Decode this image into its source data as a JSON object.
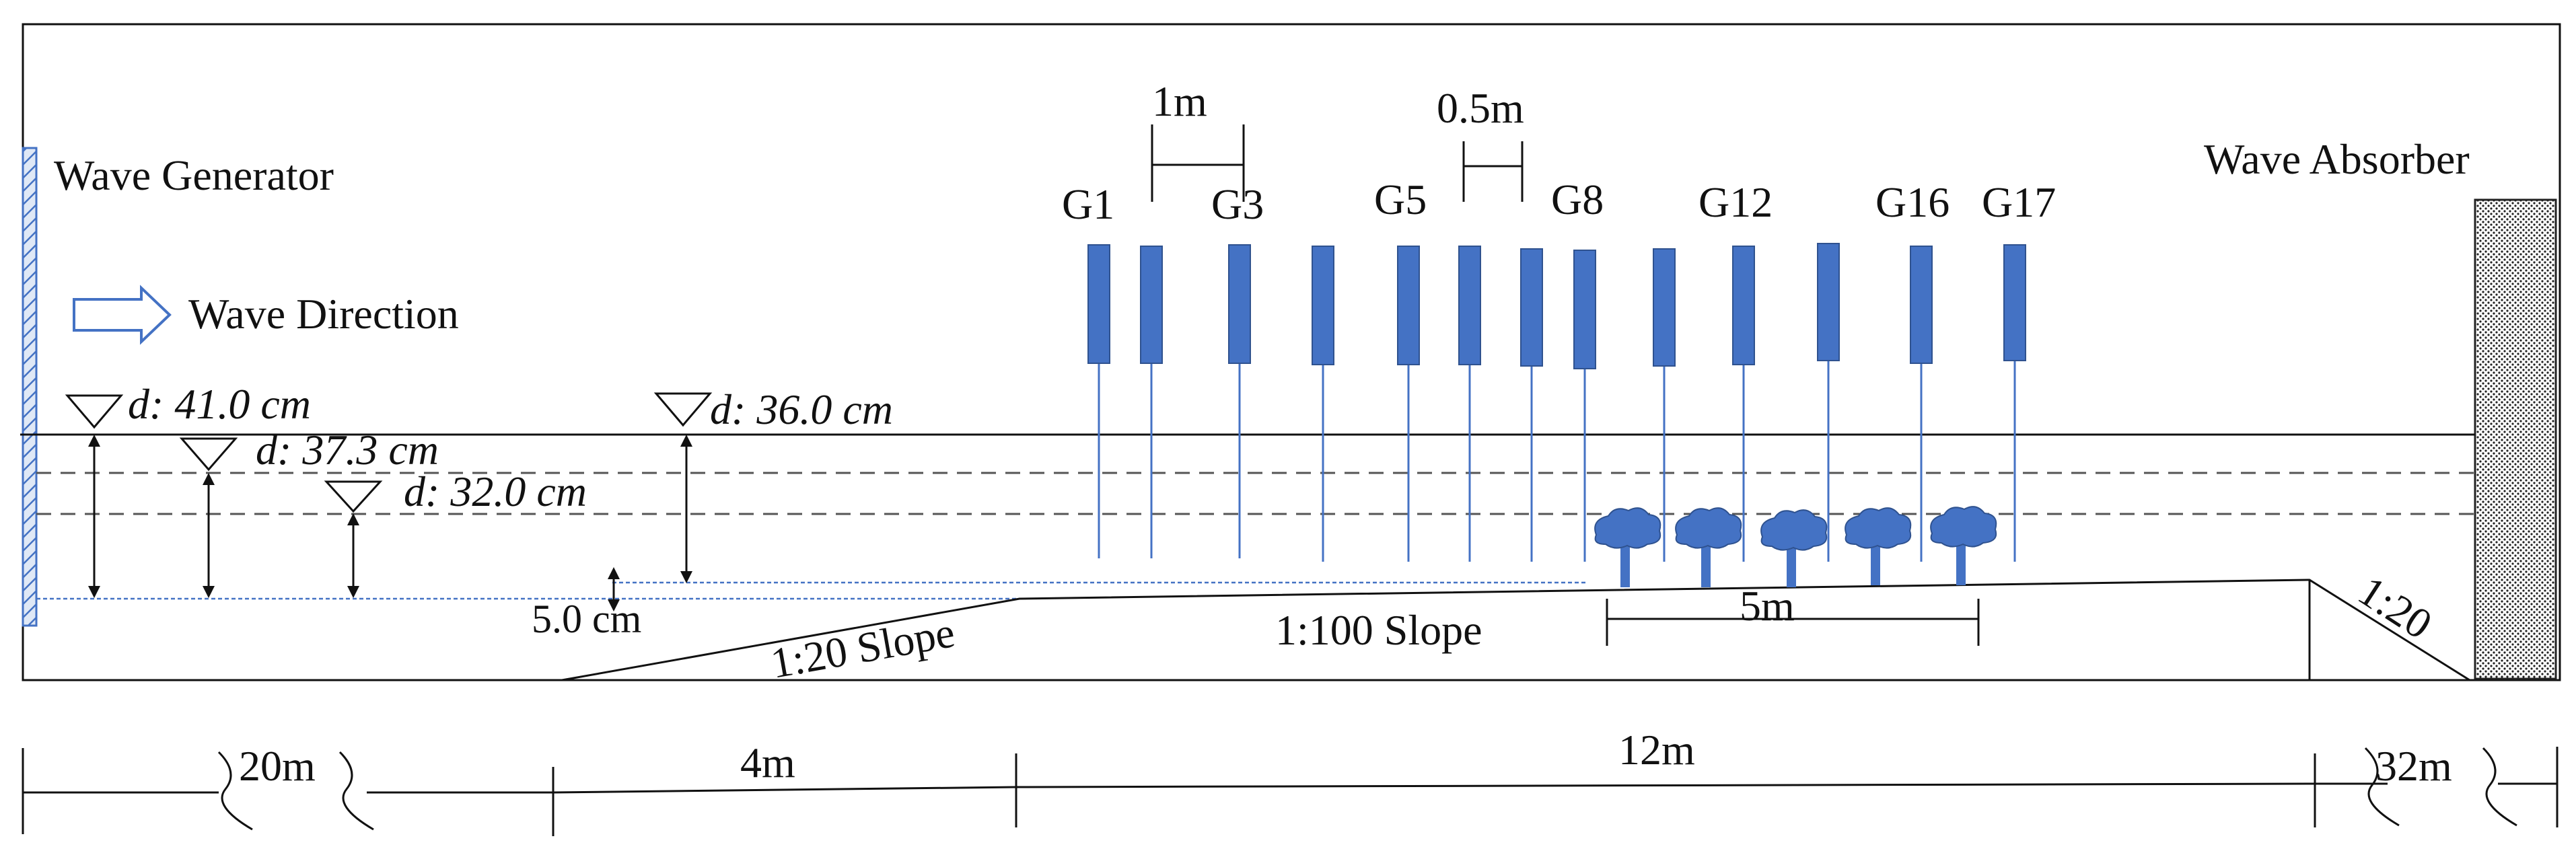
{
  "labels": {
    "wave_generator": "Wave Generator",
    "wave_direction": "Wave Direction",
    "wave_absorber": "Wave  Absorber",
    "depth_41": "d: 41.0 cm",
    "depth_37": "d: 37.3 cm",
    "depth_32": "d: 32.0 cm",
    "depth_36": "d: 36.0 cm",
    "step_5cm": "5.0 cm",
    "slope_1_20": "1:20 Slope",
    "slope_1_100": "1:100 Slope",
    "slope_end": "1:20",
    "spacing_1m": "1m",
    "spacing_05m": "0.5m",
    "veg_5m": "5m"
  },
  "gauges": {
    "shown_labels": [
      "G1",
      "G3",
      "G5",
      "G8",
      "G12",
      "G16",
      "G17"
    ]
  },
  "bottom_dims": {
    "d20": "20m",
    "d4": "4m",
    "d12": "12m",
    "d32": "32m"
  },
  "colors": {
    "gauge_fill": "#4472c4",
    "gauge_stroke": "#2f528f",
    "line": "#111111",
    "dashed": "#555555",
    "still_water_blue": "#4472c4"
  },
  "icons": {
    "arrow": "wave-direction-arrow-icon",
    "triangle": "water-level-triangle-icon",
    "vegetation": "vegetation-icon",
    "absorber": "absorber-hatch"
  }
}
